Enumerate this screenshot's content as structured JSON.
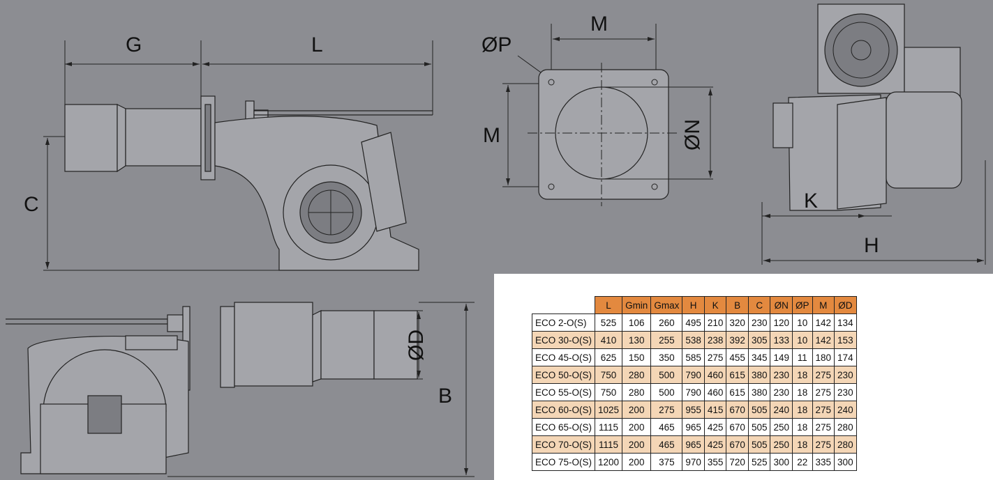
{
  "dimension_labels": {
    "g": "G",
    "l": "L",
    "c": "C",
    "op": "ØP",
    "m_top": "M",
    "m_left": "M",
    "on": "ØN",
    "k": "K",
    "h": "H",
    "od": "ØD",
    "b": "B"
  },
  "table": {
    "headers": [
      "L",
      "Gmin",
      "Gmax",
      "H",
      "K",
      "B",
      "C",
      "ØN",
      "ØP",
      "M",
      "ØD"
    ],
    "rows": [
      {
        "model": "ECO 2-O(S)",
        "values": [
          "525",
          "106",
          "260",
          "495",
          "210",
          "320",
          "230",
          "120",
          "10",
          "142",
          "134"
        ]
      },
      {
        "model": "ECO 30-O(S)",
        "values": [
          "410",
          "130",
          "255",
          "538",
          "238",
          "392",
          "305",
          "133",
          "10",
          "142",
          "153"
        ]
      },
      {
        "model": "ECO 45-O(S)",
        "values": [
          "625",
          "150",
          "350",
          "585",
          "275",
          "455",
          "345",
          "149",
          "11",
          "180",
          "174"
        ]
      },
      {
        "model": "ECO 50-O(S)",
        "values": [
          "750",
          "280",
          "500",
          "790",
          "460",
          "615",
          "380",
          "230",
          "18",
          "275",
          "230"
        ]
      },
      {
        "model": "ECO 55-O(S)",
        "values": [
          "750",
          "280",
          "500",
          "790",
          "460",
          "615",
          "380",
          "230",
          "18",
          "275",
          "230"
        ]
      },
      {
        "model": "ECO 60-O(S)",
        "values": [
          "1025",
          "200",
          "275",
          "955",
          "415",
          "670",
          "505",
          "240",
          "18",
          "275",
          "240"
        ]
      },
      {
        "model": "ECO 65-O(S)",
        "values": [
          "1115",
          "200",
          "465",
          "965",
          "425",
          "670",
          "505",
          "250",
          "18",
          "275",
          "280"
        ]
      },
      {
        "model": "ECO 70-O(S)",
        "values": [
          "1115",
          "200",
          "465",
          "965",
          "425",
          "670",
          "505",
          "250",
          "18",
          "275",
          "280"
        ]
      },
      {
        "model": "ECO 75-O(S)",
        "values": [
          "1200",
          "200",
          "375",
          "970",
          "355",
          "720",
          "525",
          "300",
          "22",
          "335",
          "300"
        ]
      }
    ]
  }
}
